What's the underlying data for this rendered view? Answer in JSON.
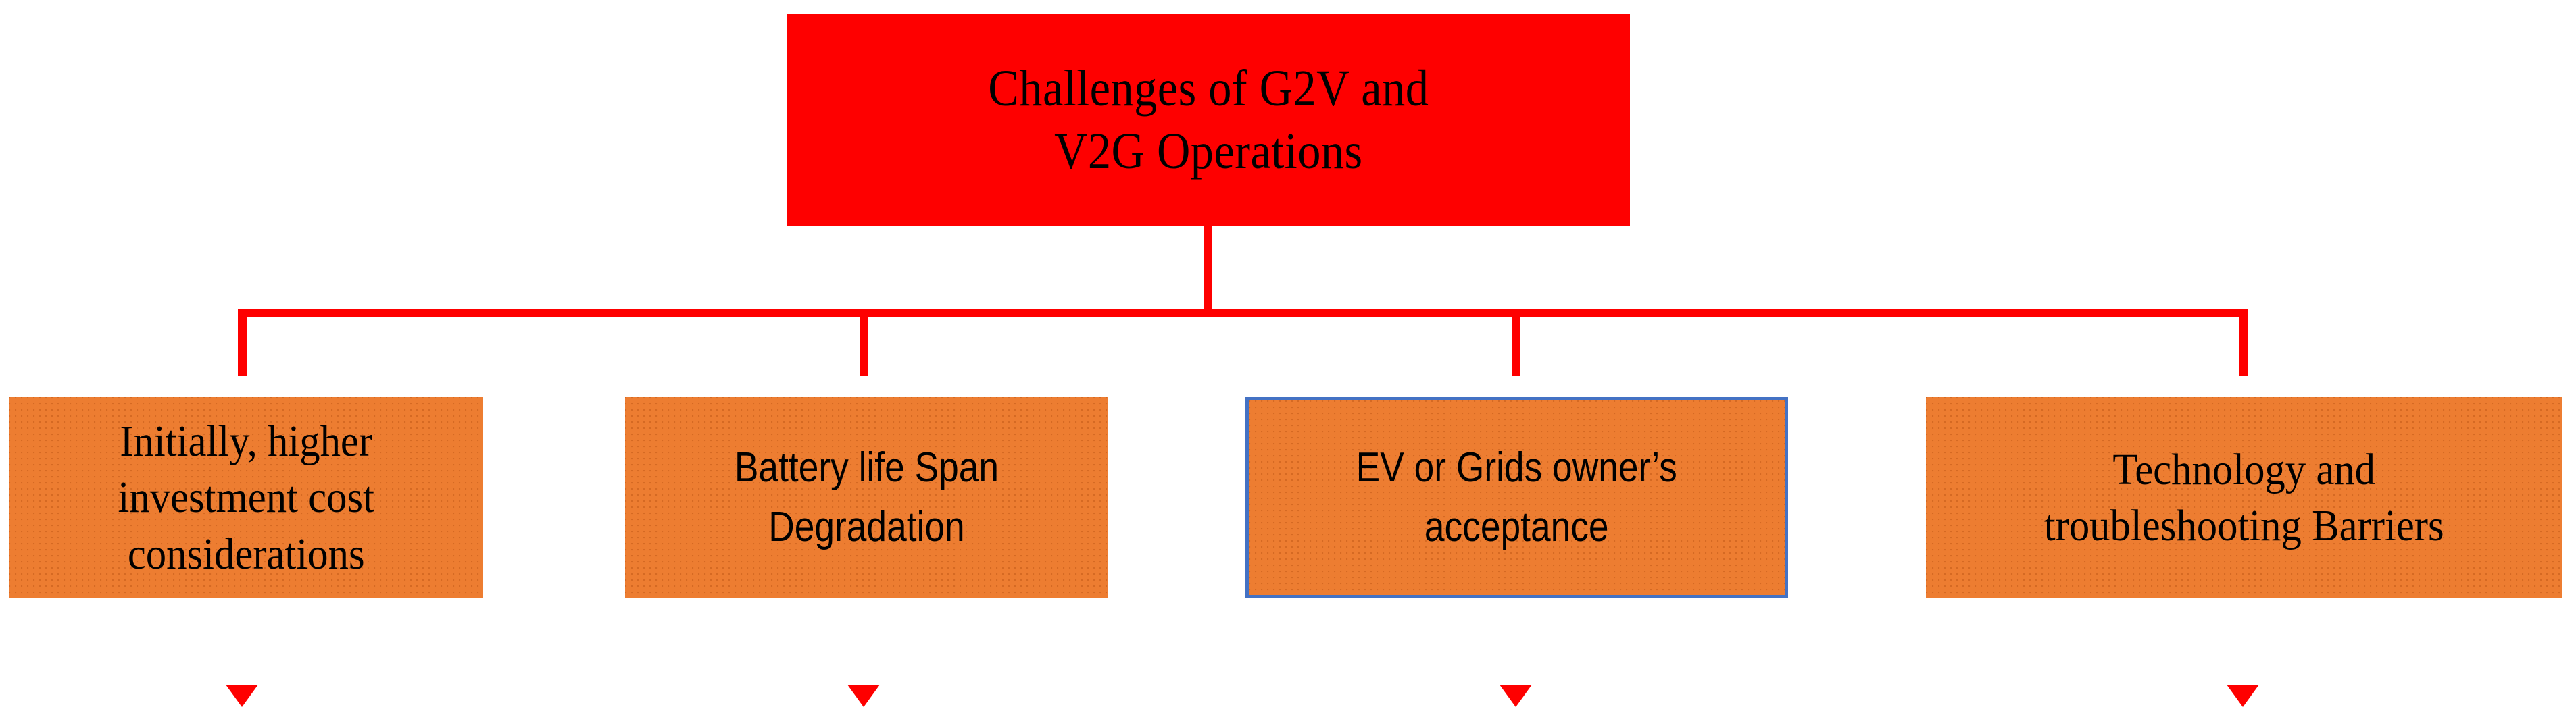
{
  "diagram": {
    "type": "hierarchy-flowchart",
    "orientation": "top-down",
    "root": {
      "label": "Challenges  of G2V and\nV2G Operations",
      "fill_color": "#FE0000",
      "text_color": "#000000"
    },
    "connector_color": "#FE0000",
    "children": [
      {
        "label": "Initially, higher\ninvestment cost\nconsiderations",
        "fill_color": "#ED7D31",
        "text_color": "#000000",
        "border_color": "none"
      },
      {
        "label": "Battery life Span\nDegradation",
        "fill_color": "#ED7D31",
        "text_color": "#000000",
        "border_color": "none"
      },
      {
        "label": "EV or Grids owner’s\nacceptance",
        "fill_color": "#ED7D31",
        "text_color": "#000000",
        "border_color": "#4472C4"
      },
      {
        "label": "Technology  and\ntroubleshooting Barriers",
        "fill_color": "#ED7D31",
        "text_color": "#000000",
        "border_color": "none"
      }
    ]
  }
}
